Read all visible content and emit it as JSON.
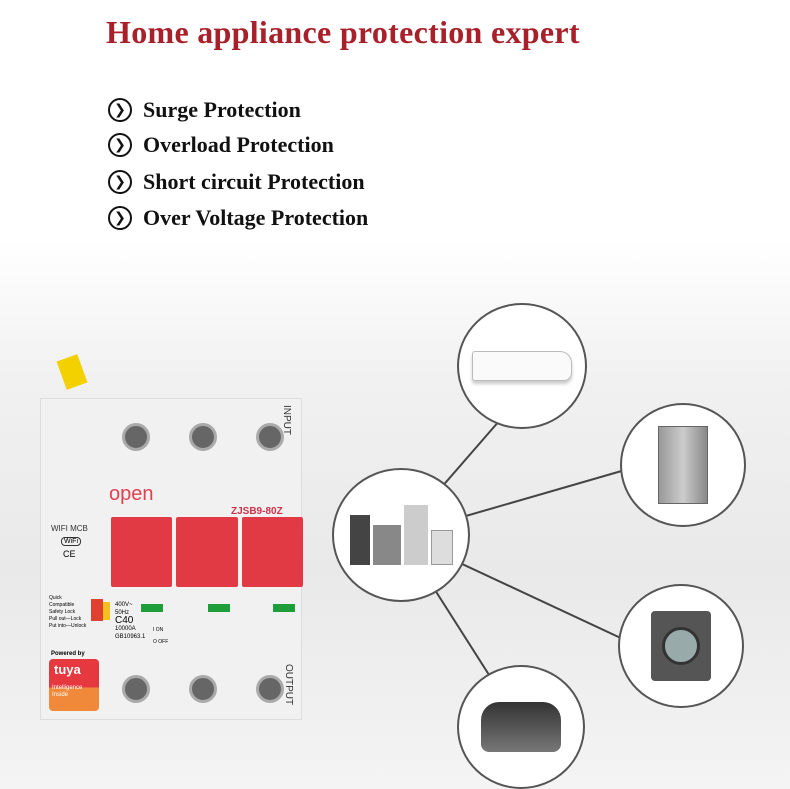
{
  "title": "Home appliance protection expert",
  "features": [
    "Surge Protection",
    "Overload Protection",
    "Short circuit Protection",
    "Over Voltage Protection"
  ],
  "breaker": {
    "brand": "open",
    "model": "ZJSB9-80Z",
    "type": "WIFI MCB",
    "wifi": "WiFi",
    "ce": "CE",
    "input": "INPUT",
    "output": "OUTPUT",
    "rating": [
      "400V~",
      "50Hz",
      "C40",
      "10000A",
      "GB10963.1"
    ],
    "on": "I ON",
    "off": "O OFF",
    "quick": "Quick",
    "compatible": "Compatible",
    "safety": [
      "Safety Lock",
      "Pull out—Lock",
      "Put into—Unlock"
    ],
    "powered": "Powered by",
    "tuya": "tuya",
    "intelligence": [
      "Intelligence",
      "Inside"
    ]
  },
  "appliances": [
    "air-conditioner",
    "refrigerator",
    "washing-machine",
    "rice-cooker",
    "home-appliances"
  ],
  "colors": {
    "title": "#a8202a",
    "handle": "#e23a45",
    "indicator": "#1e9e3a"
  }
}
